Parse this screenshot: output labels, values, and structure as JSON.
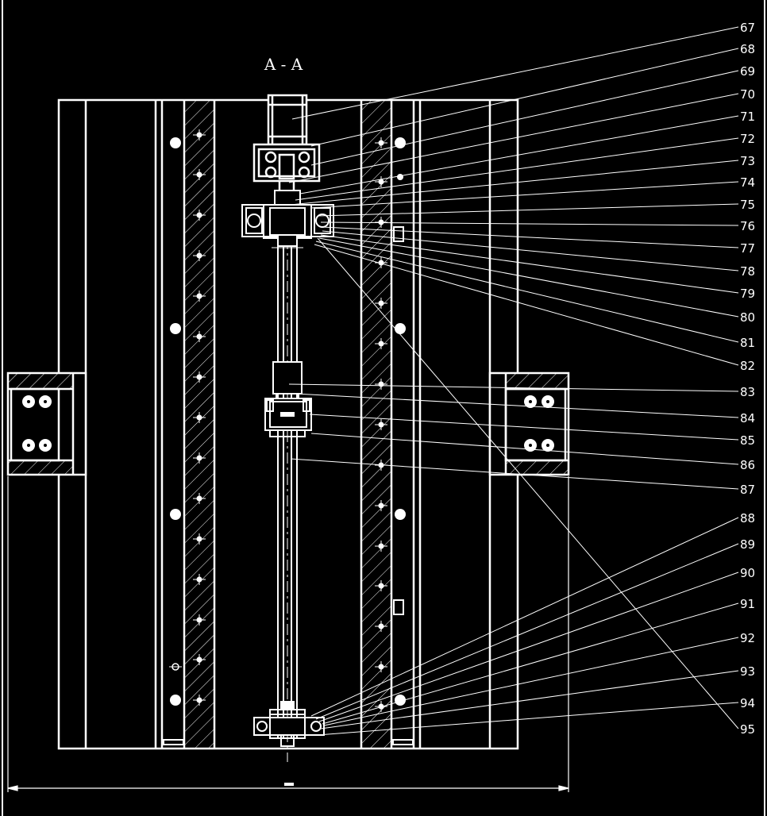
{
  "section_title": "A - A",
  "part_numbers": [
    "67",
    "68",
    "69",
    "70",
    "71",
    "72",
    "73",
    "74",
    "75",
    "76",
    "77",
    "78",
    "79",
    "80",
    "81",
    "82",
    "83",
    "84",
    "85",
    "86",
    "87",
    "88",
    "89",
    "90",
    "91",
    "92",
    "93",
    "94",
    "95"
  ],
  "colors": {
    "background": "#000000",
    "line": "#ffffff"
  }
}
